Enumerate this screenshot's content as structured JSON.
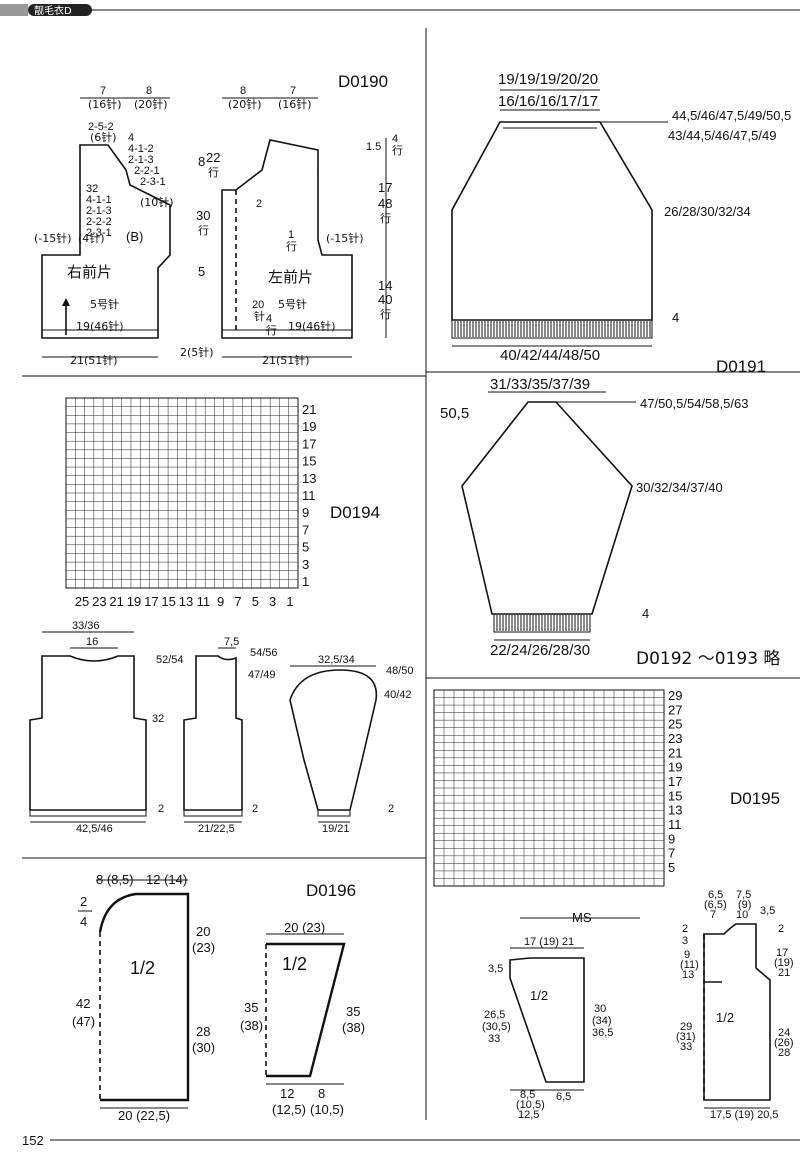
{
  "header": {
    "title": "靓毛衣D",
    "page_number": "152"
  },
  "d0190": {
    "code": "D0190",
    "right_piece": "右前片",
    "left_piece": "左前片",
    "b_label": "(B)",
    "needle": "5号针",
    "top_a": "7",
    "top_a_st": "(16针)",
    "top_b": "8",
    "top_b_st": "(20针)",
    "top_c": "8",
    "top_c_st": "(20针)",
    "top_d": "7",
    "top_d_st": "(16针)",
    "neck_dec_1": "2-5-2",
    "neck_dec_2": "(6针)",
    "arm_dec": [
      "4",
      "4-1-2",
      "2-1-3",
      "2-2-1",
      "2-3-1"
    ],
    "arm_10": "(10针)",
    "side_dec": [
      "32",
      "4-1-1",
      "2-1-3",
      "2-2-2",
      "2-3-1"
    ],
    "inc_left": "(-15针)",
    "inc_left_4": "(4针)",
    "inc_right": "(-15针)",
    "bottom_a": "19(46针)",
    "bottom_b": "19(46针)",
    "width_a": "21(51针)",
    "width_b": "21(51针)",
    "rib": "2(5针)",
    "r_8": "8",
    "r_22": "22",
    "r_row": "行",
    "r_30": "30",
    "r_row2": "行",
    "r_5": "5",
    "c_2": "2",
    "c_1": "1",
    "c_row": "行",
    "c_20": "20",
    "c_st": "针",
    "c_4": "4",
    "c_row2": "行",
    "h_15": "1.5",
    "h_4": "4",
    "h_row": "行",
    "h_17": "17",
    "h_48": "48",
    "h_row2": "行",
    "h_14": "14",
    "h_40": "40",
    "h_row3": "行"
  },
  "d0191": {
    "code": "D0191",
    "top1": "19/19/19/20/20",
    "top2": "16/16/16/17/17",
    "right1": "44,5/46/47,5/49/50,5",
    "right2": "43/44,5/46/47,5/49",
    "mid": "26/28/30/32/34",
    "rib": "4",
    "bottom": "40/42/44/48/50"
  },
  "d0192": {
    "top": "31/33/35/37/39",
    "left": "50,5",
    "right": "47/50,5/54/58,5/63",
    "mid": "30/32/34/37/40",
    "rib": "4",
    "bottom": "22/24/26/28/30",
    "note": "D0192 ～0193 略"
  },
  "d0194": {
    "code": "D0194",
    "row_labels": [
      "21",
      "19",
      "17",
      "15",
      "13",
      "11",
      "9",
      "7",
      "5",
      "3",
      "1"
    ],
    "col_labels": [
      "25",
      "23",
      "21",
      "19",
      "17",
      "15",
      "13",
      "11",
      "9",
      "7",
      "5",
      "3",
      "1"
    ],
    "back_top": "33/36",
    "back_neck": "16",
    "back_r1": "52/54",
    "back_r2": "32",
    "back_rib": "2",
    "back_bottom": "42,5/46",
    "front_top": "7,5",
    "front_r1": "54/56",
    "front_r2": "47/49",
    "front_rib": "2",
    "front_bottom": "21/22,5",
    "sl_top": "32,5/34",
    "sl_r1": "48/50",
    "sl_r2": "40/42",
    "sl_rib": "2",
    "sl_bottom": "19/21"
  },
  "d0195": {
    "code": "D0195",
    "row_labels": [
      "29",
      "27",
      "25",
      "23",
      "21",
      "19",
      "17",
      "15",
      "13",
      "11",
      "9",
      "7",
      "5"
    ],
    "ms": "MS",
    "sl_top": "17 (19) 21",
    "sl_left_a": "3,5",
    "sl_half": "1/2",
    "sl_left_b": [
      "26,5",
      "(30,5)",
      "33"
    ],
    "sl_right": [
      "30",
      "(34)",
      "36,5"
    ],
    "sl_bot_a": [
      "8,5",
      "(10,5)",
      "12,5"
    ],
    "sl_bot_b": "6,5",
    "b_top_a": [
      "6,5",
      "(6,5)",
      "7"
    ],
    "b_top_b": [
      "7,5",
      "(9)",
      "10"
    ],
    "b_top_c": "3,5",
    "b_l1": "2",
    "b_l2": "3",
    "b_l3": [
      "9",
      "(11)",
      "13"
    ],
    "b_l4": [
      "29",
      "(31)",
      "33"
    ],
    "b_r1": "2",
    "b_r2": [
      "17",
      "(19)",
      "21"
    ],
    "b_r3": [
      "24",
      "(26)",
      "28"
    ],
    "b_half": "1/2",
    "b_bottom": "17,5 (19) 20,5"
  },
  "d0196": {
    "code": "D0196",
    "top_a": "8 (8,5)",
    "top_b": "12 (14)",
    "neck_a": "2",
    "neck_b": "4",
    "half": "1/2",
    "right_a": "20",
    "right_a2": "(23)",
    "left": "42",
    "left2": "(47)",
    "right_b": "28",
    "right_b2": "(30)",
    "bottom": "20 (22,5)",
    "sl_top": "20 (23)",
    "sl_half": "1/2",
    "sl_left": "35",
    "sl_left2": "(38)",
    "sl_right": "35",
    "sl_right2": "(38)",
    "sl_bot_a": "12",
    "sl_bot_a2": "(12,5)",
    "sl_bot_b": "8",
    "sl_bot_b2": "(10,5)"
  }
}
